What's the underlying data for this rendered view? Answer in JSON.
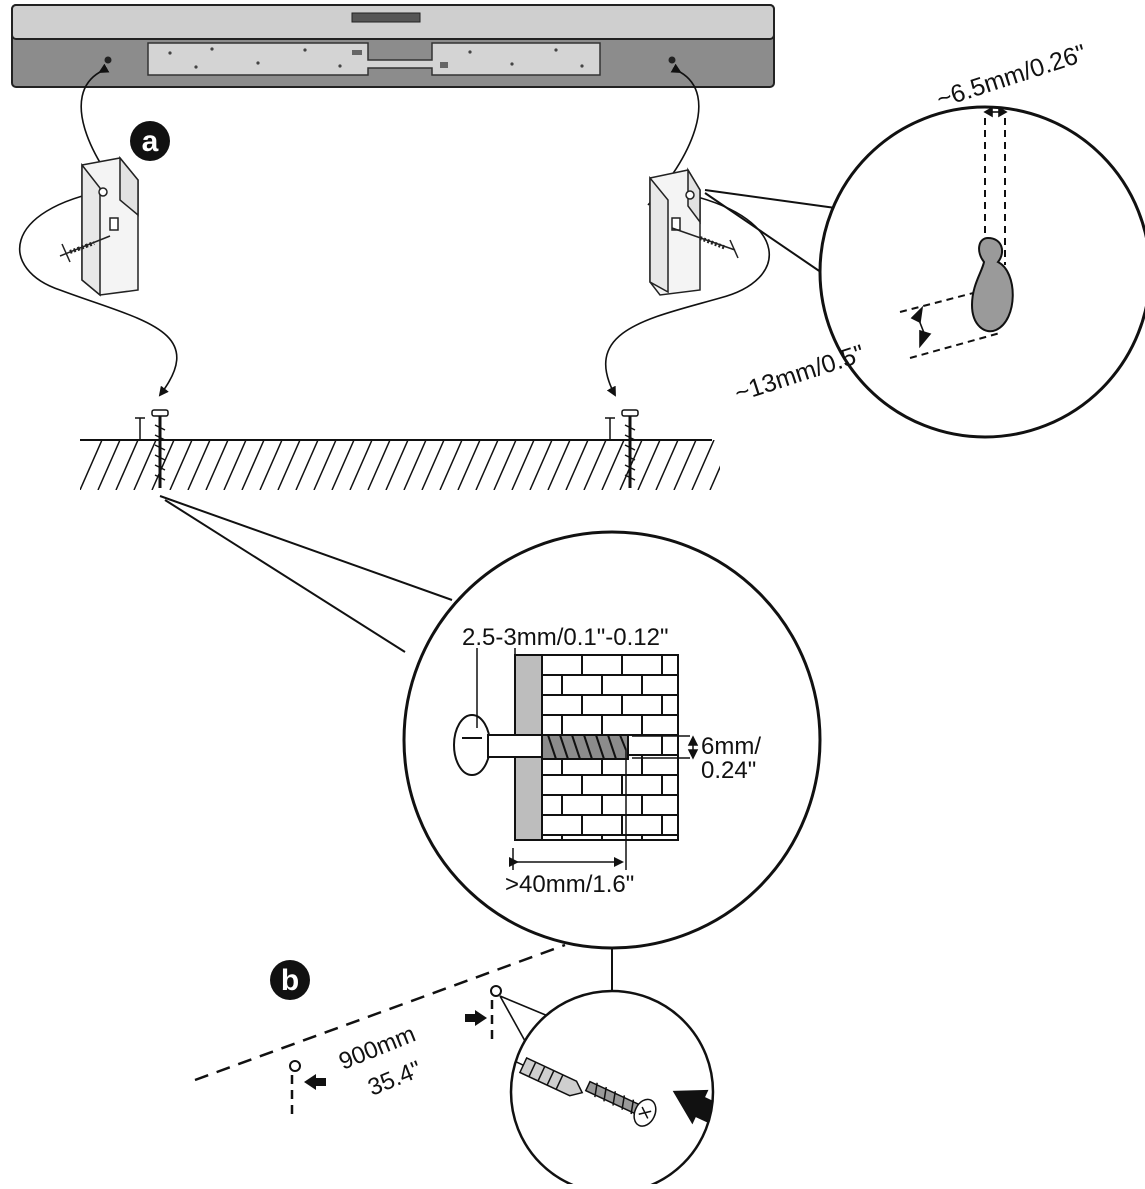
{
  "steps": {
    "a": "a",
    "b": "b"
  },
  "labels": {
    "keyhole_width": "~6.5mm/0.26\"",
    "screw_head_gap": "~13mm/0.5\"",
    "head_clearance": "2.5-3mm/0.1\"-0.12\"",
    "anchor_diameter_line1": "6mm/",
    "anchor_diameter_line2": "0.24\"",
    "depth": ">40mm/1.6\"",
    "spacing_line1": "900mm",
    "spacing_line2": "35.4\""
  },
  "colors": {
    "line": "#111111",
    "soundbar_top": "#cfcfcf",
    "soundbar_body": "#8c8c8c",
    "panel": "#d4d4d4",
    "keyhole": "#9a9a9a",
    "wall": "#bdbdbd"
  }
}
